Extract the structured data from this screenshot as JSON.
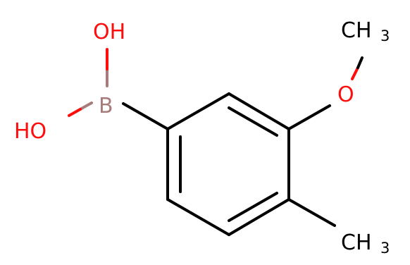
{
  "molecule": {
    "atoms": {
      "oh_top": {
        "label": "OH",
        "color": "#ff0d0d"
      },
      "oh_left": {
        "label": "HO",
        "color": "#ff0d0d"
      },
      "boron": {
        "label": "B",
        "color": "#a87c7c"
      },
      "oxygen": {
        "label": "O",
        "color": "#ff0d0d"
      },
      "methoxy_methyl": {
        "label": "CH",
        "subscript": "3",
        "color": "#000000"
      },
      "ring_methyl": {
        "label": "CH",
        "subscript": "3",
        "color": "#000000"
      }
    },
    "bond_color": "#000000"
  }
}
